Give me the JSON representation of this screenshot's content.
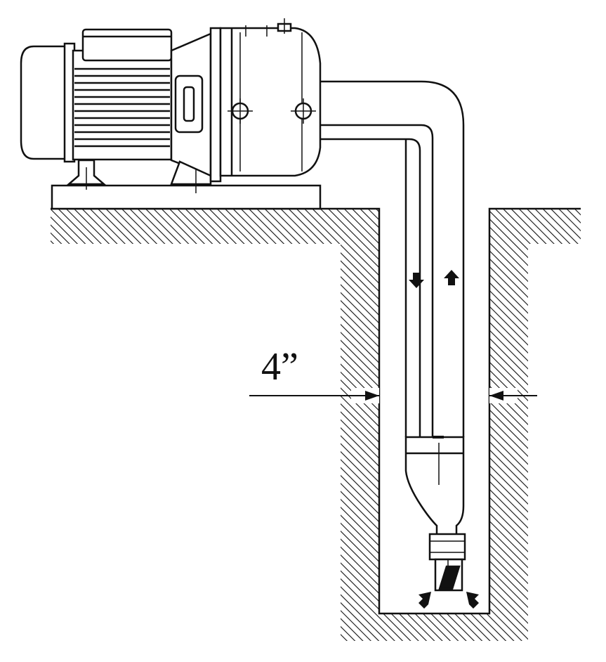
{
  "diagram": {
    "dimension_label": "4”",
    "colors": {
      "stroke": "#111111",
      "background": "#ffffff"
    },
    "flow_arrows": [
      {
        "name": "down-arrow",
        "direction": "down"
      },
      {
        "name": "up-arrow",
        "direction": "up"
      },
      {
        "name": "inlet-arrow-left",
        "direction": "up-right"
      },
      {
        "name": "inlet-arrow-right",
        "direction": "up-left"
      }
    ]
  }
}
